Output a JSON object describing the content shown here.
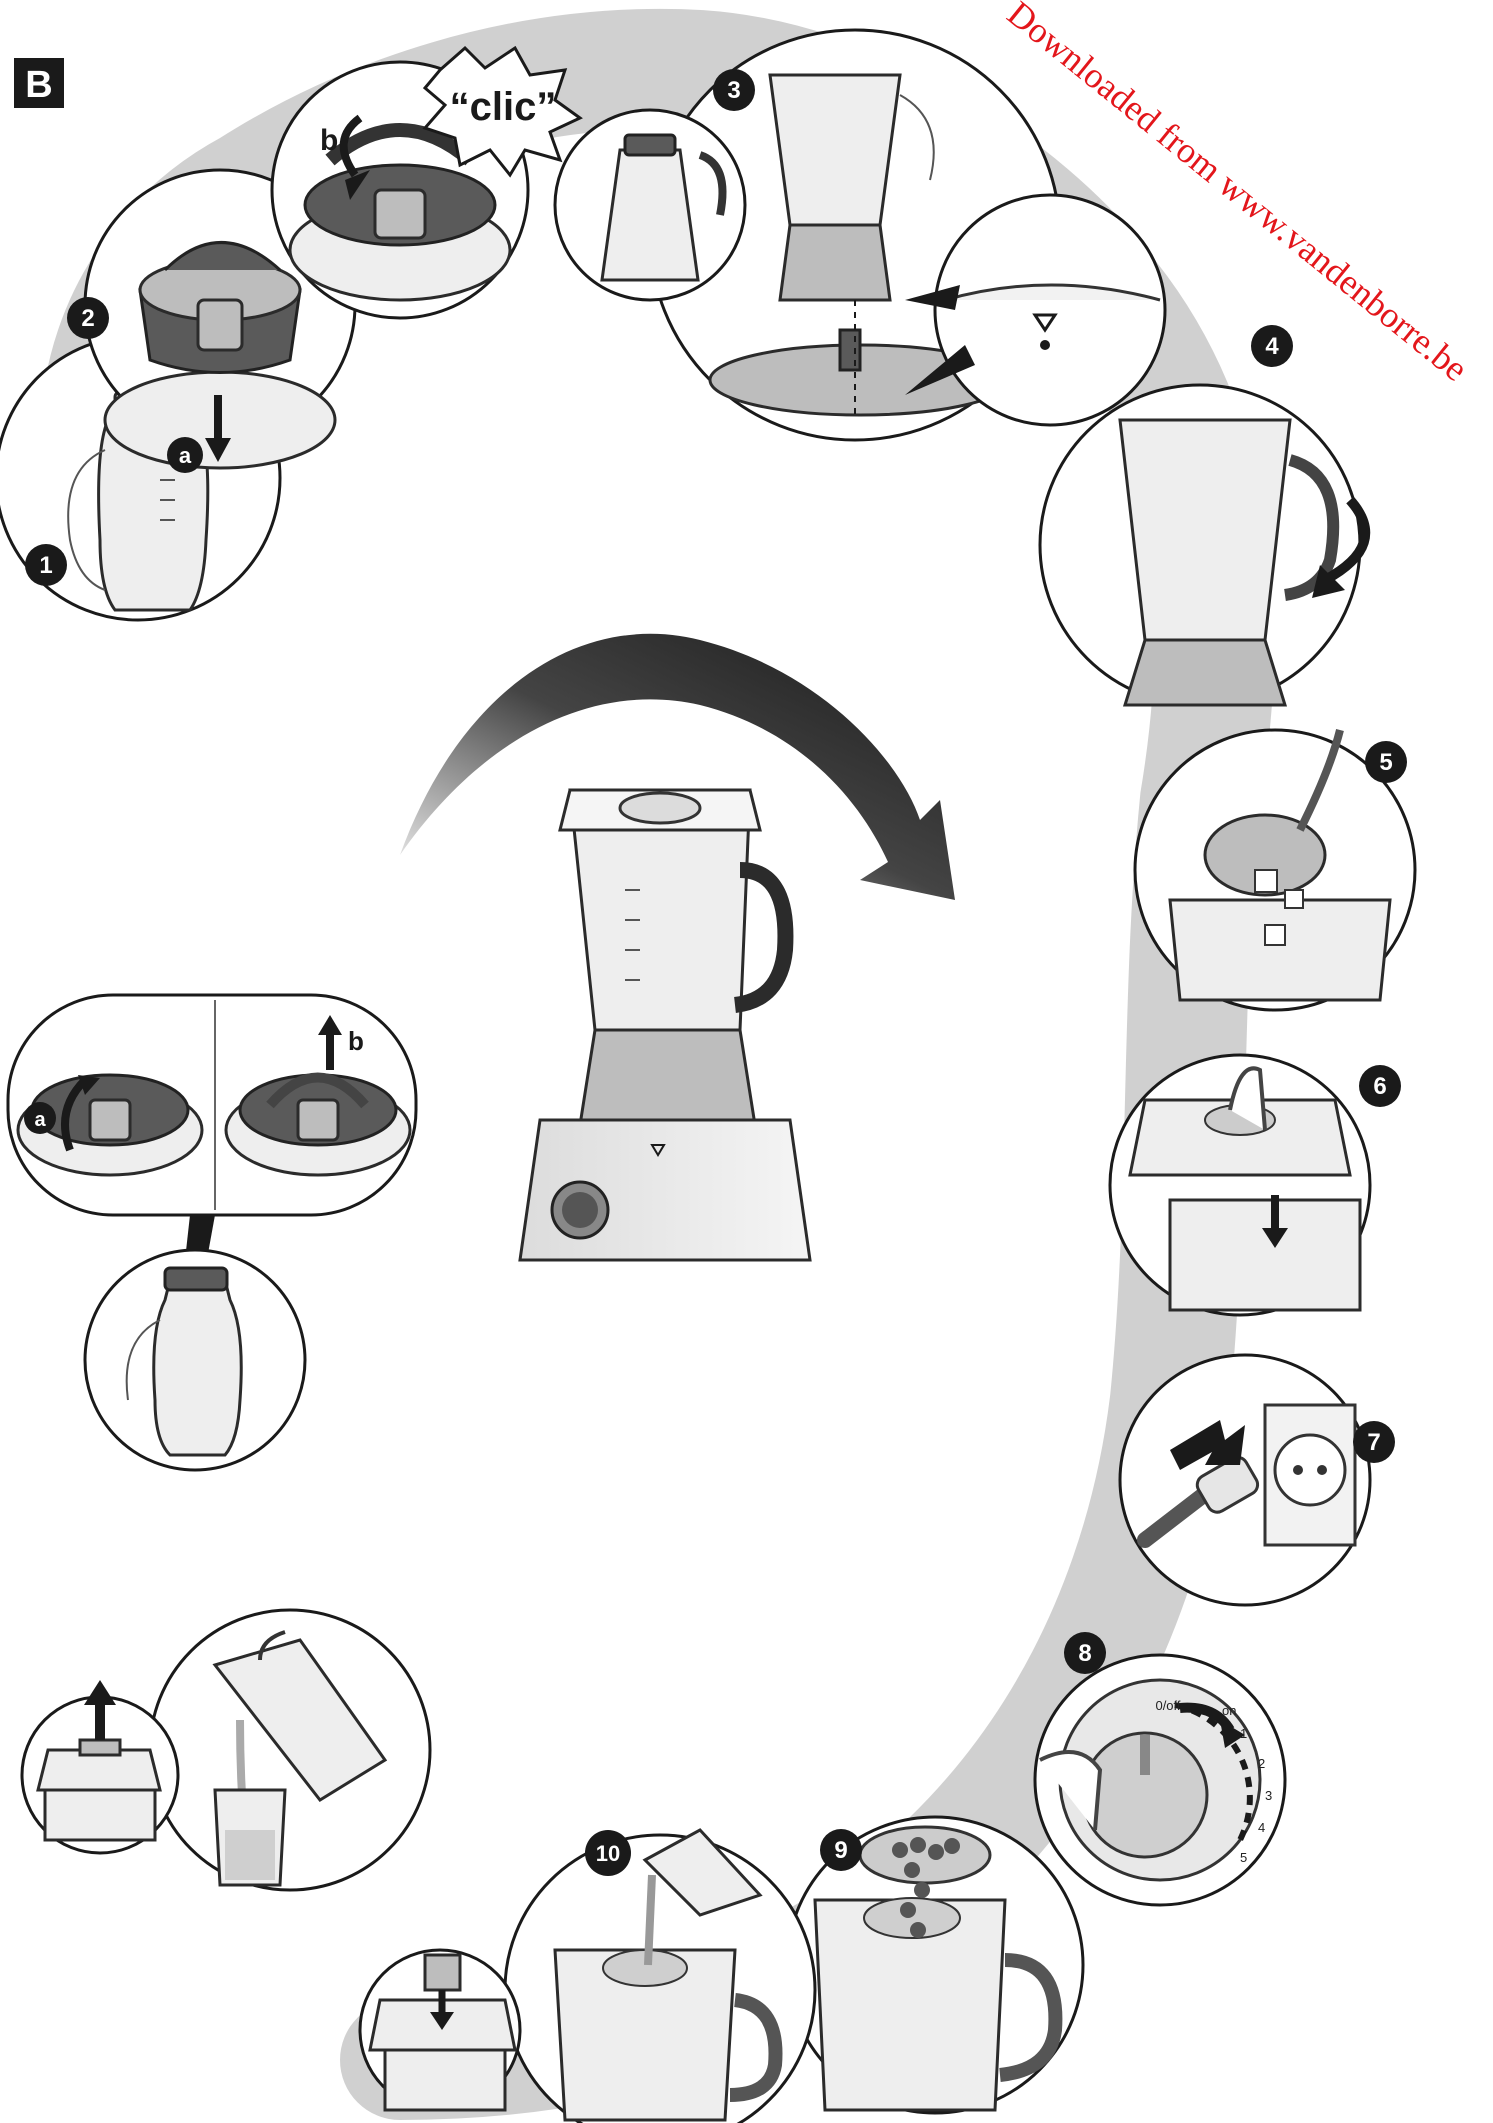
{
  "section_label": "B",
  "watermark": "Downloaded from www.vandenborre.be",
  "sound_label": "“clic”",
  "steps": [
    "1",
    "2",
    "3",
    "4",
    "5",
    "6",
    "7",
    "8",
    "9",
    "10"
  ],
  "sub_labels": {
    "a": "a",
    "b": "b"
  },
  "dial": {
    "off_label": "0/off",
    "on_label": "on",
    "speeds": [
      "1",
      "2",
      "3",
      "4",
      "5"
    ]
  },
  "colors": {
    "path_band": "#c8c8c8",
    "badge": "#1a1a1a",
    "watermark": "#e3161b"
  }
}
